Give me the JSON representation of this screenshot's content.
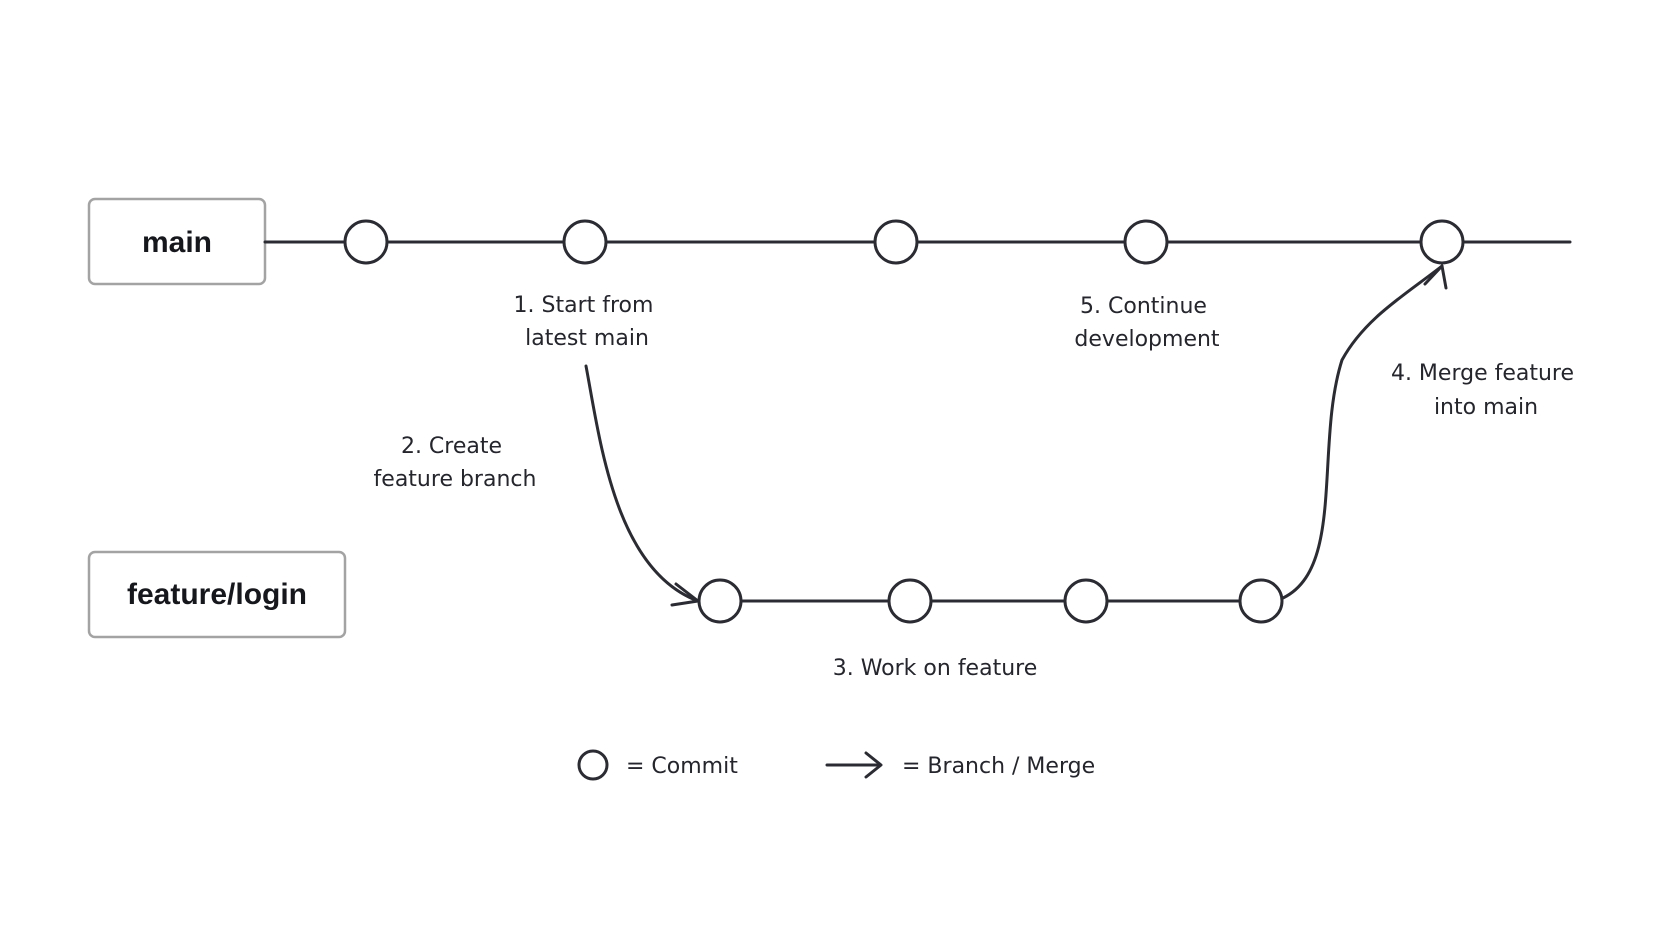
{
  "branches": {
    "main": "main",
    "feature": "feature/login"
  },
  "annotations": {
    "step1": [
      "1. Start from",
      "latest main"
    ],
    "step2": [
      "2. Create",
      "feature branch"
    ],
    "step3": [
      "3. Work on feature"
    ],
    "step4": [
      "4. Merge feature",
      "into main"
    ],
    "step5": [
      "5. Continue",
      "development"
    ]
  },
  "legend": {
    "commit": "= Commit",
    "branch_merge": "= Branch / Merge"
  },
  "commits": {
    "main_count": 5,
    "feature_count": 4
  },
  "colors": {
    "ink": "#2b2c33",
    "box_border": "#a3a3a3",
    "background": "#ffffff"
  },
  "icons": {
    "commit": "circle-icon",
    "branch_merge": "arrow-right-icon"
  }
}
